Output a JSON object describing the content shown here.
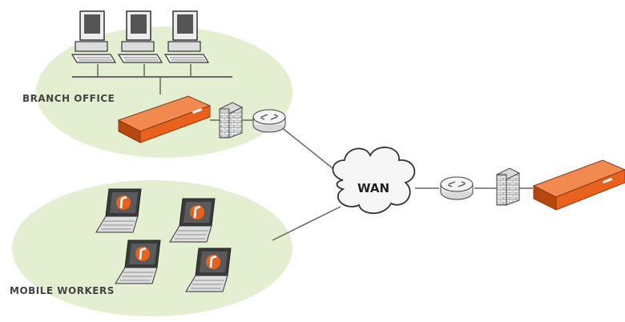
{
  "labels": {
    "branch": "BRANCH OFFICE",
    "mobile": "MOBILE WORKERS",
    "wan": "WAN"
  },
  "colors": {
    "zone_fill": "#e3efd0",
    "appliance": "#e8621e",
    "appliance_dark": "#b8470f",
    "link": "#666666"
  },
  "icons": {
    "desktop": "desktop-computer-icon",
    "appliance": "network-appliance-icon",
    "firewall": "firewall-icon",
    "router": "router-icon",
    "cloud": "cloud-icon",
    "laptop": "laptop-icon"
  }
}
